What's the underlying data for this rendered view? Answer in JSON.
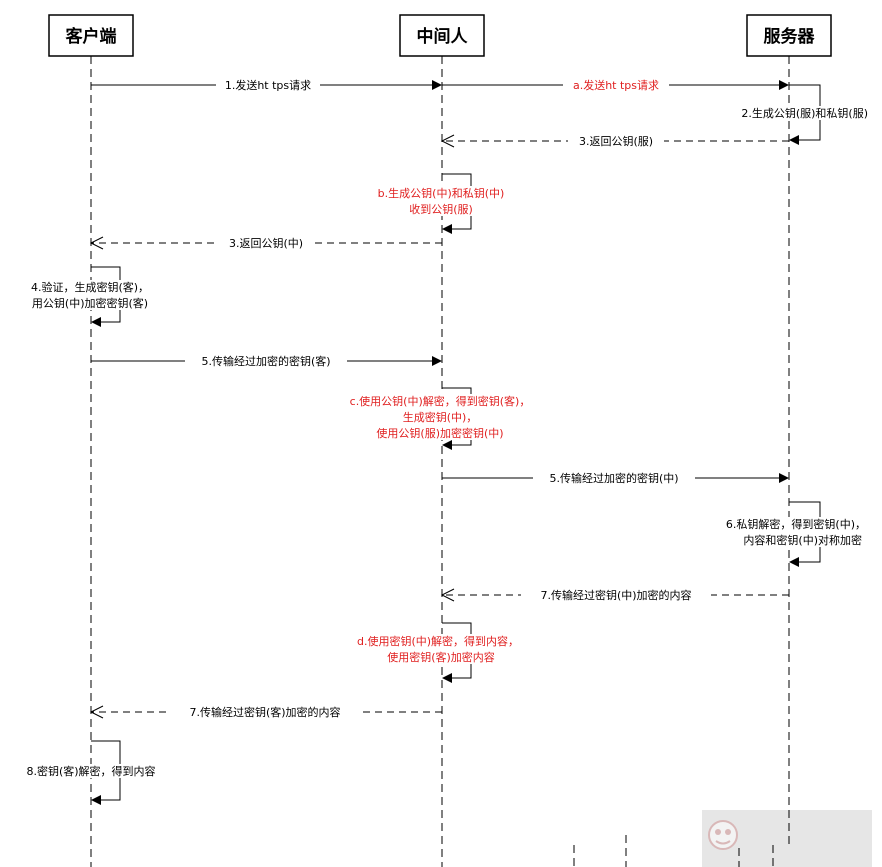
{
  "actors": {
    "client": "客户端",
    "middle": "中间人",
    "server": "服务器"
  },
  "colors": {
    "normal": "#000000",
    "attacker": "#e02020"
  },
  "messages": {
    "m1": "1.发送ht tps请求",
    "ma": "a.发送ht tps请求",
    "m2": "2.生成公钥(服)和私钥(服)",
    "m3s": "3.返回公钥(服)",
    "mb1": "b.生成公钥(中)和私钥(中)",
    "mb2": "收到公钥(服)",
    "m3m": "3.返回公钥(中)",
    "m4a": "4.验证，生成密钥(客)，",
    "m4b": "用公钥(中)加密密钥(客)",
    "m5c": "5.传输经过加密的密钥(客)",
    "mc1": "c.使用公钥(中)解密，得到密钥(客)，",
    "mc2": "生成密钥(中)，",
    "mc3": "使用公钥(服)加密密钥(中)",
    "m5m": "5.传输经过加密的密钥(中)",
    "m6a": "6.私钥解密，得到密钥(中)，",
    "m6b": "内容和密钥(中)对称加密",
    "m7s": "7.传输经过密钥(中)加密的内容",
    "md1": "d.使用密钥(中)解密，得到内容，",
    "md2": "使用密钥(客)加密内容",
    "m7m": "7.传输经过密钥(客)加密的内容",
    "m8": "8.密钥(客)解密，得到内容"
  }
}
